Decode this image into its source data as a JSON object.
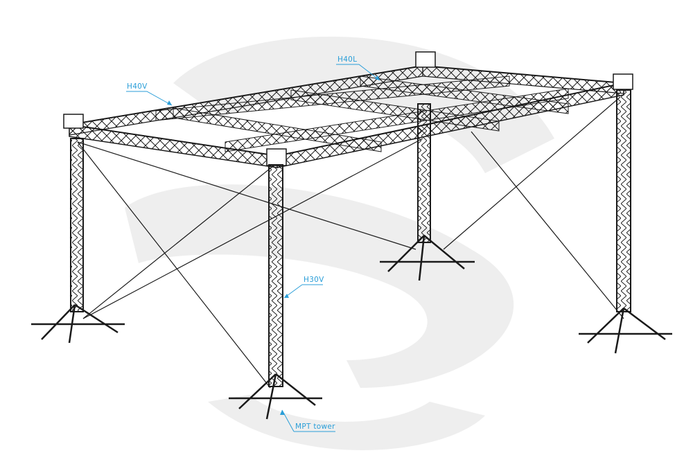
{
  "diagram": {
    "labels": {
      "roof_longitudinal": "H40L",
      "roof_vertical": "H40V",
      "tower_truss": "H30V",
      "tower_base": "MPT tower"
    },
    "colors": {
      "label": "#2a9ed8",
      "truss": "#1a1a1a",
      "watermark": "#eeeeee"
    },
    "watermark": "logo"
  }
}
